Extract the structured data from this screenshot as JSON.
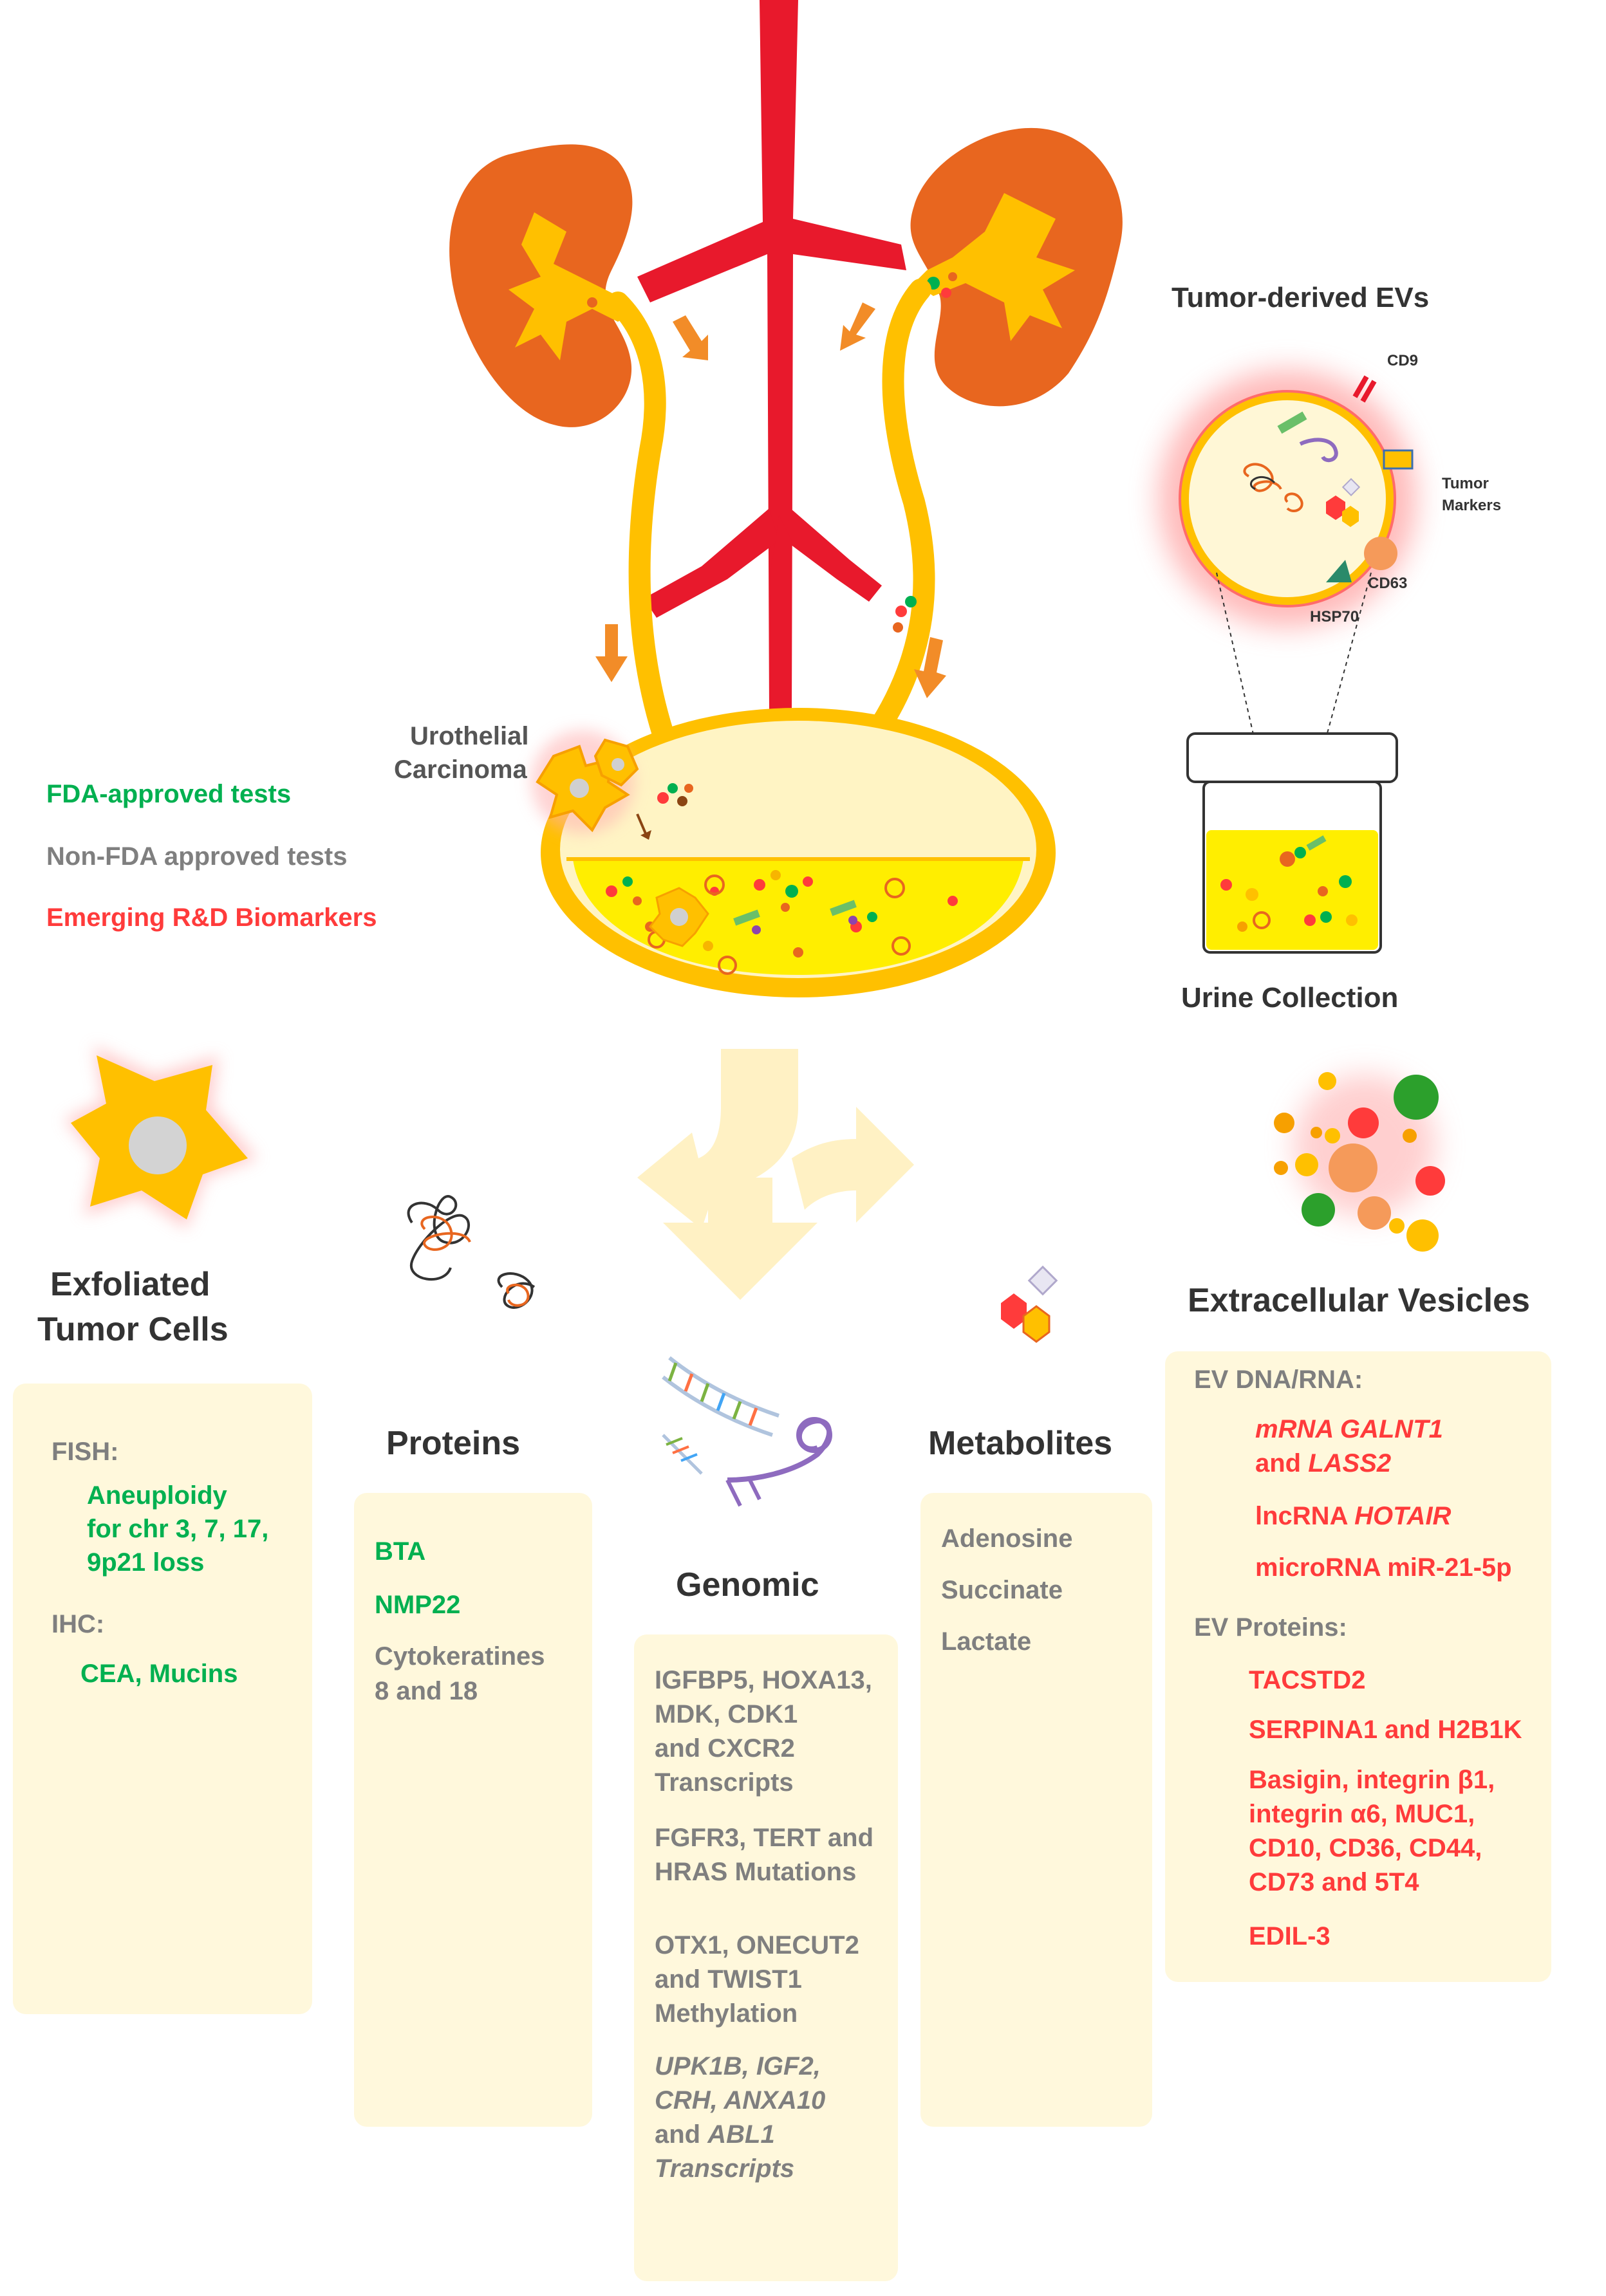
{
  "legend": {
    "fda": "FDA-approved tests",
    "non_fda": "Non-FDA approved tests",
    "emerging": "Emerging R&D Biomarkers"
  },
  "labels": {
    "urothelial_line1": "Urothelial",
    "urothelial_line2": "Carcinoma",
    "ev_title": "Tumor-derived EVs",
    "cd9": "CD9",
    "tumor_markers_line1": "Tumor",
    "tumor_markers_line2": "Markers",
    "cd63": "CD63",
    "hsp70": "HSP70",
    "urine_collection": "Urine Collection"
  },
  "categories": {
    "exfoliated_line1": "Exfoliated",
    "exfoliated_line2": "Tumor Cells",
    "proteins": "Proteins",
    "genomic": "Genomic",
    "metabolites": "Metabolites",
    "ev": "Extracellular Vesicles"
  },
  "exfoliated": {
    "fish_heading": "FISH:",
    "fish_items": [
      "Aneuploidy",
      "for chr 3, 7, 17,",
      "9p21 loss"
    ],
    "ihc_heading": "IHC:",
    "ihc_item": "CEA, Mucins"
  },
  "proteins": {
    "bta": "BTA",
    "nmp22": "NMP22",
    "cyto_line1": "Cytokeratines",
    "cyto_line2": "8 and 18"
  },
  "genomic": {
    "block1": [
      "IGFBP5, HOXA13,",
      "MDK, CDK1",
      "and CXCR2",
      "Transcripts"
    ],
    "block2": [
      "FGFR3, TERT and",
      "HRAS Mutations"
    ],
    "block3": [
      "OTX1, ONECUT2",
      "and TWIST1",
      "Methylation"
    ],
    "block4_line1": "UPK1B, IGF2,",
    "block4_line2": "CRH, ANXA10",
    "block4_line3a": "and ",
    "block4_line3b": "ABL1",
    "block4_line4": "Transcripts"
  },
  "metabolites": {
    "items": [
      "Adenosine",
      "Succinate",
      "Lactate"
    ]
  },
  "ev": {
    "dna_heading": "EV DNA/RNA:",
    "mrna_line1": "mRNA GALNT1",
    "mrna_line2a": "and ",
    "mrna_line2b": "LASS2",
    "lnc_a": "lncRNA ",
    "lnc_b": "HOTAIR",
    "mirna": "microRNA miR-21-5p",
    "protein_heading": "EV Proteins:",
    "p1": "TACSTD2",
    "p2": "SERPINA1 and H2B1K",
    "p3": [
      "Basigin, integrin β1,",
      "integrin α6, MUC1,",
      "CD10, CD36, CD44,",
      "CD73 and 5T4"
    ],
    "p4": "EDIL-3"
  },
  "colors": {
    "fda": "#00b050",
    "non_fda": "#7f7f7f",
    "emerging": "#ff3b3b",
    "kidney": "#e8661f",
    "vessel": "#e8192c",
    "ureter": "#ffc000",
    "urine": "#ffee00",
    "panel": "#fff8dc"
  }
}
